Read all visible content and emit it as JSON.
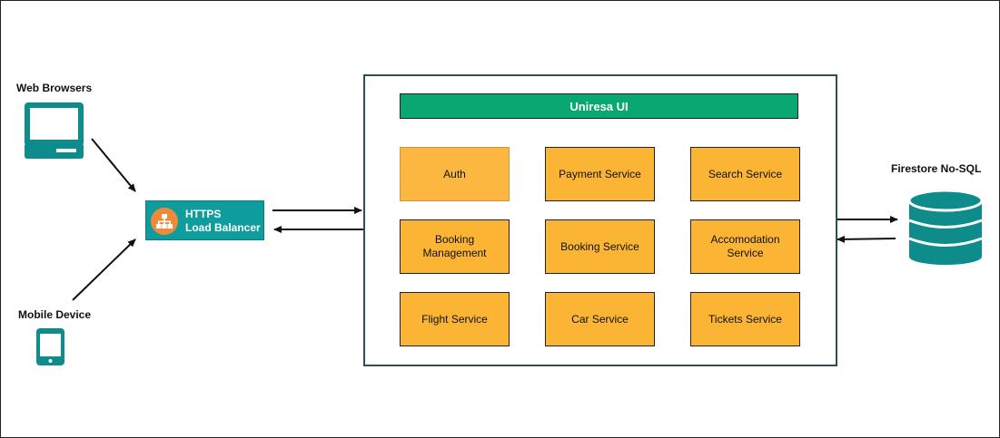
{
  "labels": {
    "web_browsers": "Web Browsers",
    "mobile_device": "Mobile Device",
    "firestore": "Firestore No-SQL"
  },
  "load_balancer": {
    "line1": "HTTPS",
    "line2": "Load Balancer"
  },
  "app": {
    "title": "Uniresa UI",
    "services": [
      "Auth",
      "Payment Service",
      "Search Service",
      "Booking Management",
      "Booking Service",
      "Accomodation Service",
      "Flight Service",
      "Car Service",
      "Tickets Service"
    ]
  },
  "colors": {
    "teal": "#0e9c9c",
    "green": "#0aa871",
    "orange": "#fbb434",
    "lb_icon": "#f08a3a"
  },
  "icons": {
    "browser": "monitor-icon",
    "mobile": "smartphone-icon",
    "database": "database-icon",
    "load_balancer": "sitemap-icon"
  }
}
